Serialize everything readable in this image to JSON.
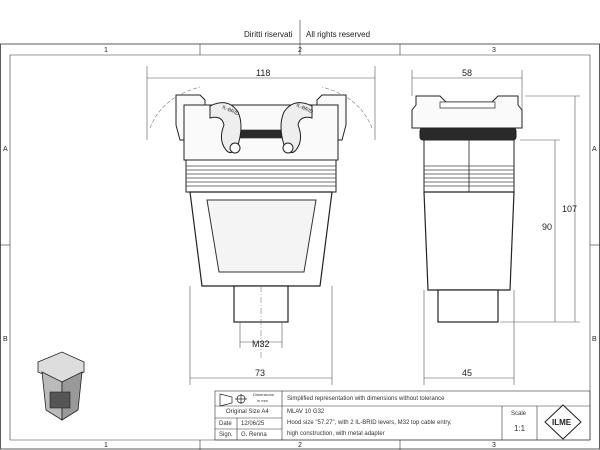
{
  "header": {
    "rights_it": "Diritti riservati",
    "rights_en": "All rights reserved"
  },
  "grid": {
    "columns": [
      "1",
      "2",
      "3"
    ],
    "rows": [
      "A",
      "B"
    ]
  },
  "dimensions": {
    "front_width": "118",
    "side_width": "58",
    "front_base_width": "73",
    "side_base_width": "45",
    "height_total": "107",
    "height_body": "90",
    "entry_thread": "M32"
  },
  "lever_label": "IL-BRID",
  "title_block": {
    "dimensions_label": "Dimensions",
    "dimensions_unit": "in mm",
    "note": "Simplified representation with dimensions without tolerance",
    "original_size": "Original Size A4",
    "date_label": "Date",
    "date_value": "12/06/25",
    "sign_label": "Sign.",
    "sign_value": "G. Renna",
    "part_code": "MLAV 10 G32",
    "description_1": "Hood size \"57.27\", with 2 IL-BRID levers, M32 top cable entry,",
    "description_2": "high construction, with metal adapter",
    "scale_label": "Scale",
    "scale_value": "1:1",
    "logo_text": "ILME"
  },
  "colors": {
    "line": "#222222",
    "dim_line": "#555555",
    "face_fill": "#f4f4f4",
    "dark_fill": "#3a3a3a"
  }
}
